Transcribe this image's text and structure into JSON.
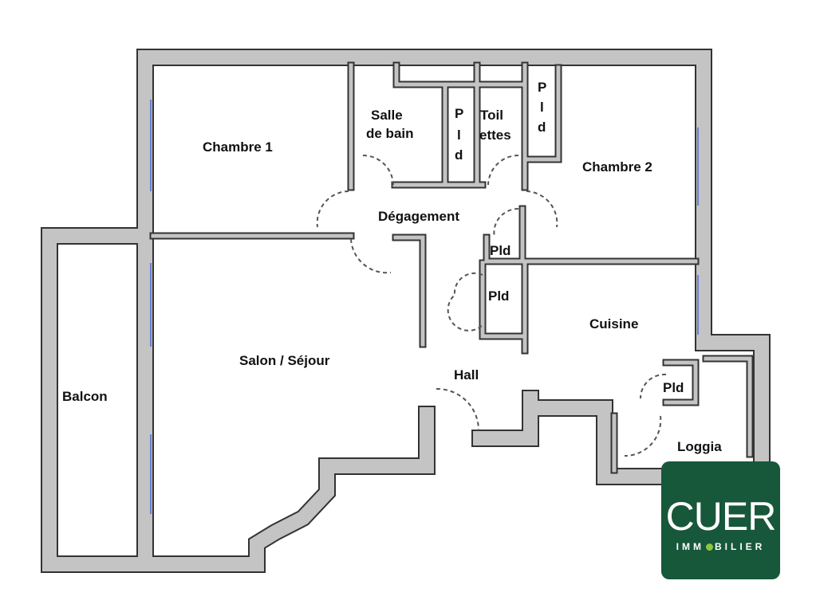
{
  "rooms": {
    "chambre1": "Chambre 1",
    "salle_de_bain_1": "Salle",
    "salle_de_bain_2": "de bain",
    "pld_vertical_1": [
      "P",
      "l",
      "d"
    ],
    "toilettes_1": "Toil",
    "toilettes_2": "ettes",
    "pld_vertical_2": [
      "P",
      "l",
      "d"
    ],
    "chambre2": "Chambre 2",
    "degagement": "Dégagement",
    "pld_a": "Pld",
    "pld_b": "Pld",
    "pld_c": "Pld",
    "cuisine": "Cuisine",
    "salon": "Salon / Séjour",
    "hall": "Hall",
    "balcon": "Balcon",
    "loggia": "Loggia"
  },
  "logo": {
    "brand": "CUER",
    "sub_left": "IMM",
    "sub_right": "BILIER",
    "text": "CUER IMMOBILIER"
  },
  "colors": {
    "wall": "#c4c4c4",
    "wall_outline": "#333333",
    "logo_bg": "#17573a",
    "logo_dot": "#8dc63f",
    "window": "#6a7fd0"
  }
}
